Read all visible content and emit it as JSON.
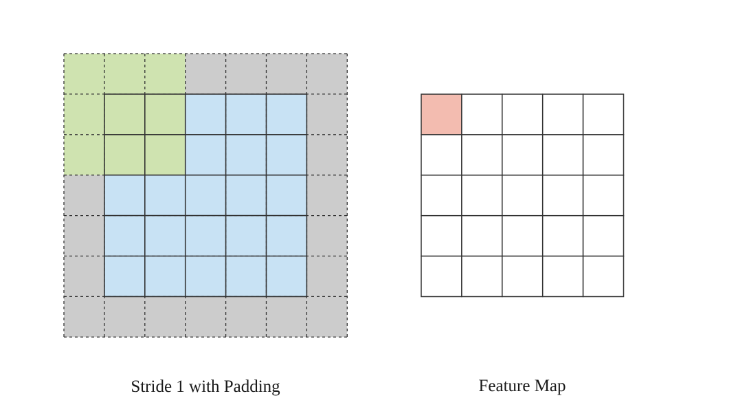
{
  "diagram": {
    "padded_input": {
      "size": 7,
      "padding": 1,
      "input_size": 5,
      "kernel_size": 3,
      "kernel_position": [
        0,
        0
      ],
      "stride": 1,
      "caption": "Stride 1 with Padding"
    },
    "feature_map": {
      "size": 5,
      "highlighted_cell": [
        0,
        0
      ],
      "caption": "Feature Map"
    },
    "colors": {
      "padding": "#cccccc",
      "input": "#c8e2f4",
      "kernel": "#cfe3b0",
      "output_highlight": "#f3bcb0",
      "output_empty": "#ffffff",
      "line": "#333333"
    }
  }
}
